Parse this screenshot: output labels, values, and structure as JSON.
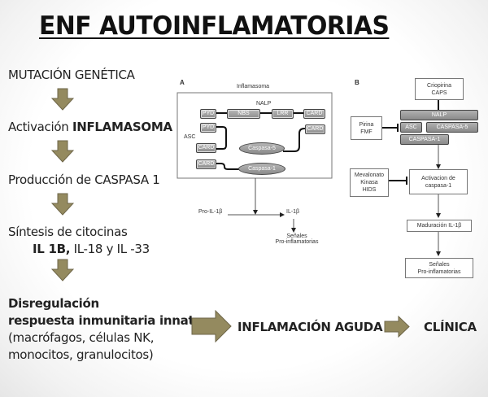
{
  "title": "ENF AUTOINFLAMATORIAS",
  "colors": {
    "arrow_fill": "#948a5f",
    "arrow_stroke": "#6e6648",
    "text": "#222222"
  },
  "flow": {
    "step1": "MUTACIÓN  GENÉTICA",
    "step2_normal": "Activación ",
    "step2_bold": "INFLAMASOMA",
    "step3": "Producción de CASPASA  1",
    "step4_line1": "Síntesis de citocinas",
    "step4_bold": "IL 1B,",
    "step4_rest": " IL-18 y IL -33",
    "step5_line1": "Disregulación",
    "step5_line2": "respuesta inmunitaria innata",
    "step5_line3": "(macrófagos, células NK,",
    "step5_line4": "monocitos, granulocitos)",
    "outcome1": "INFLAMACIÓN AGUDA",
    "outcome2": "CLÍNICA"
  },
  "panel_a": {
    "label": "A",
    "title": "Inflamasoma",
    "nalp": "NALP",
    "pyd1": "PYD",
    "nbs": "NBS",
    "lrr": "LRR",
    "card1": "CARD",
    "pyd2": "PYD",
    "asc": "ASC",
    "card_asc": "CARD",
    "card2": "CARD",
    "caspasa5": "Caspasa-5",
    "card3": "CARD",
    "caspasa1": "Caspasa-1",
    "pro_il": "Pro-IL-1β",
    "il": "IL-1β",
    "senales_1": "Señales",
    "senales_2": "Pro-inflamatorias"
  },
  "panel_b": {
    "label": "B",
    "criopirina_1": "Criopirina",
    "criopirina_2": "CAPS",
    "nalp": "NALP",
    "asc": "ASC",
    "caspasa5": "CASPASA-5",
    "caspasa1": "CASPASA-1",
    "pirina_1": "Pirina",
    "pirina_2": "FMF",
    "mevalonato_1": "Mevalonato",
    "mevalonato_2": "Kinasa",
    "mevalonato_3": "HIDS",
    "activacion_1": "Activacion de",
    "activacion_2": "caspasa-1",
    "maduracion": "Maduración IL-1β",
    "senales_1": "Señales",
    "senales_2": "Pro-inflamatorias"
  }
}
